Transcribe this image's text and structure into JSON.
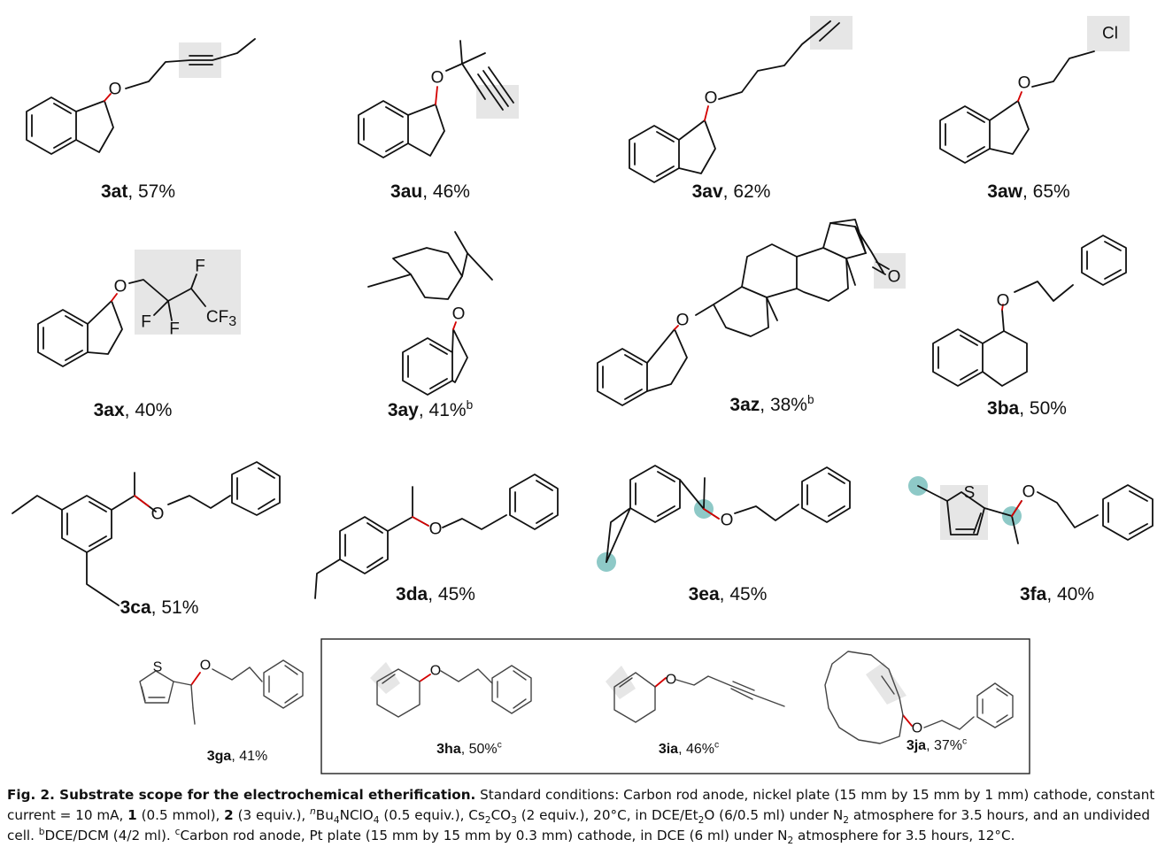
{
  "compounds": [
    {
      "id": "3at",
      "yield": "57%",
      "note": ""
    },
    {
      "id": "3au",
      "yield": "46%",
      "note": ""
    },
    {
      "id": "3av",
      "yield": "62%",
      "note": ""
    },
    {
      "id": "3aw",
      "yield": "65%",
      "note": ""
    },
    {
      "id": "3ax",
      "yield": "40%",
      "note": ""
    },
    {
      "id": "3ay",
      "yield": "41%",
      "note": "b"
    },
    {
      "id": "3az",
      "yield": "38%",
      "note": "b"
    },
    {
      "id": "3ba",
      "yield": "50%",
      "note": ""
    },
    {
      "id": "3ca",
      "yield": "51%",
      "note": ""
    },
    {
      "id": "3da",
      "yield": "45%",
      "note": ""
    },
    {
      "id": "3ea",
      "yield": "45%",
      "note": ""
    },
    {
      "id": "3fa",
      "yield": "40%",
      "note": ""
    },
    {
      "id": "3ga",
      "yield": "41%",
      "note": ""
    },
    {
      "id": "3ha",
      "yield": "50%",
      "note": "c"
    },
    {
      "id": "3ia",
      "yield": "46%",
      "note": "c"
    },
    {
      "id": "3ja",
      "yield": "37%",
      "note": "c"
    }
  ],
  "atoms": {
    "o": "O",
    "s": "S",
    "f": "F",
    "cl": "Cl",
    "cf": "CF",
    "three": "3"
  },
  "caption": {
    "title": "Fig. 2. Substrate scope for the electrochemical etherification.",
    "l1a": " Standard conditions: Carbon rod anode, nickel plate (15 mm by 15 mm by 1 mm) cathode, constant current = 10 mA, ",
    "n1": "1",
    "l1b": " (0.5 mmol), ",
    "n2": "2",
    "l1c": " (3 equiv.), ",
    "sup_n": "n",
    "l1d": "Bu",
    "sub4": "4",
    "l1e": "NClO",
    "l1f": " (0.5 equiv.), Cs",
    "sub2": "2",
    "l1g": "CO",
    "sub3": "3",
    "l1h": " (2 equiv.), 20°C, in DCE/Et",
    "l1i": "O (6/0.5 ml) under N",
    "l1j": " atmosphere for 3.5 hours, and an undivided cell. ",
    "sup_b": "b",
    "l2a": "DCE/DCM (4/2 ml). ",
    "sup_c": "c",
    "l2b": "Carbon rod anode, Pt plate (15 mm by 15 mm by 0.3 mm) cathode, in DCE (6 ml) under N",
    "l2c": " atmosphere for 3.5 hours, 12°C."
  },
  "colors": {
    "highlight": "#e6e6e6",
    "bond_red": "#d40000",
    "dot_teal": "#8ec9c7"
  }
}
